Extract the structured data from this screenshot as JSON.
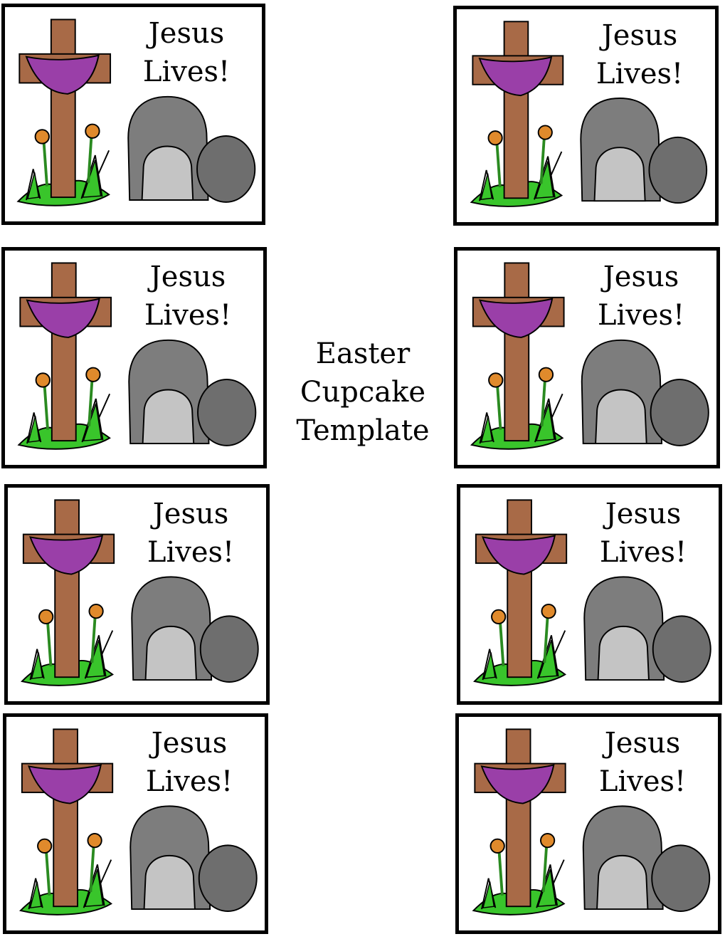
{
  "title": "Easter Cupcake Template",
  "title_lines": [
    "Easter",
    "Cupcake",
    "Template"
  ],
  "colors": {
    "cross": "#a86a47",
    "cloth": "#9a3fa8",
    "grass": "#39c52b",
    "tomb": "#7d7d7d",
    "tomb_door": "#c4c4c4",
    "stone": "#6e6e6e",
    "flower": "#e08a2c"
  },
  "icons": [
    "cross-icon",
    "purple-cloth-icon",
    "lily-flower-icon",
    "grass-icon",
    "tomb-icon",
    "stone-icon"
  ],
  "cards": [
    {
      "line1": "Jesus",
      "line2": "Lives!"
    },
    {
      "line1": "Jesus",
      "line2": "Lives!"
    },
    {
      "line1": "Jesus",
      "line2": "Lives!"
    },
    {
      "line1": "Jesus",
      "line2": "Lives!"
    },
    {
      "line1": "Jesus",
      "line2": "Lives!"
    },
    {
      "line1": "Jesus",
      "line2": "Lives!"
    },
    {
      "line1": "Jesus",
      "line2": "Lives!"
    },
    {
      "line1": "Jesus",
      "line2": "Lives!"
    }
  ]
}
